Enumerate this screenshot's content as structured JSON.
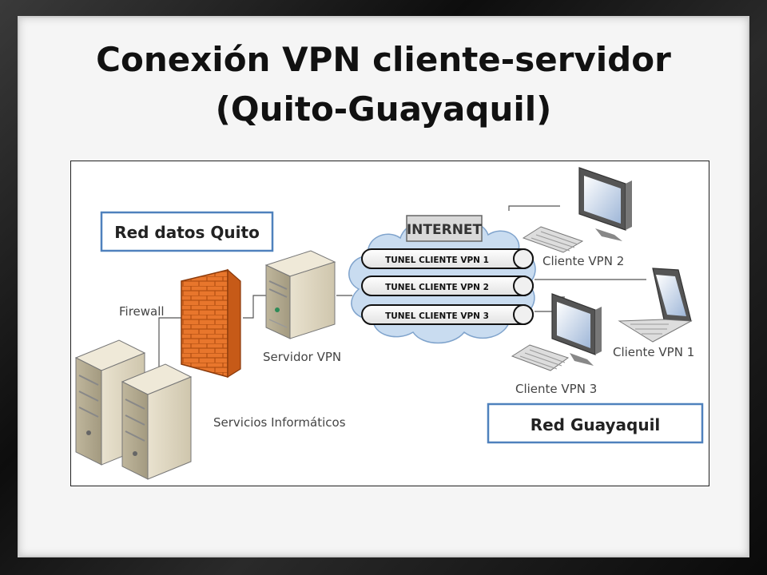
{
  "title": {
    "line1": "Conexión VPN cliente-servidor",
    "line2": "(Quito-Guayaquil)"
  },
  "diagram": {
    "quito_box": "Red datos Quito",
    "guayaquil_box": "Red Guayaquil",
    "internet_label": "INTERNET",
    "tunnels": [
      "TUNEL CLIENTE VPN 1",
      "TUNEL CLIENTE VPN 2",
      "TUNEL CLIENTE VPN 3"
    ],
    "firewall_label": "Firewall",
    "server_label": "Servidor VPN",
    "services_label": "Servicios Informáticos",
    "client2_label": "Cliente VPN 2",
    "client1_label": "Cliente VPN 1",
    "client3_label": "Cliente VPN 3",
    "colors": {
      "box_border": "#4f81bd",
      "firewall": "#e8762c",
      "cloud": "#c9dcf0"
    }
  }
}
